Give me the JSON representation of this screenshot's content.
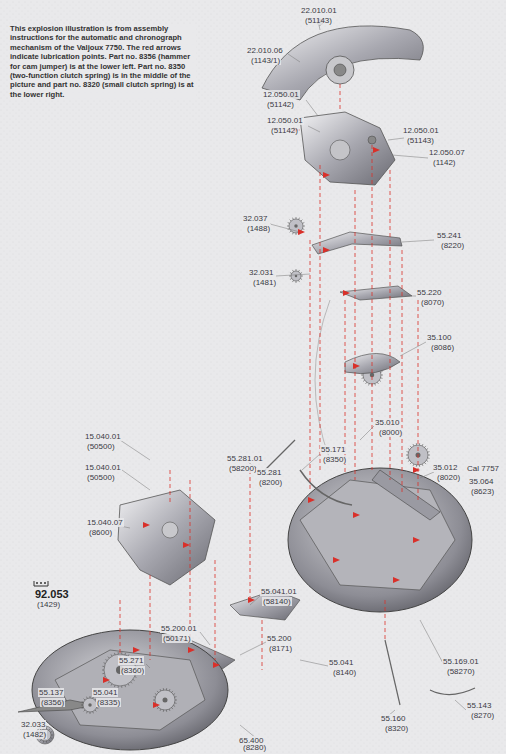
{
  "diagram": {
    "caption": "This explosion illustration is from assembly instructions for the automatic and chronograph mechanism of the Valjoux 7750. The red arrows indicate lubrication points. Part no. 8356 (hammer for cam jumper) is at the lower left. Part no. 8350 (two-function clutch spring) is in the middle of the picture and part no. 8320 (small clutch spring) is at the lower right.",
    "labels": [
      "22.010.01",
      "(51143)",
      "22.010.06",
      "(1143/1)",
      "12.050.01",
      "(51142)",
      "12.050.01",
      "(51142)",
      "12.050.01",
      "(51143)",
      "12.050.07",
      "(1142)",
      "32.037",
      "(1488)",
      "55.241",
      "(8220)",
      "32.031",
      "(1481)",
      "55.220",
      "(8070)",
      "35.100",
      "(8086)",
      "35.010",
      "(8000)",
      "35.012",
      "(8020)",
      "Cal 7757",
      "35.064",
      "(8623)",
      "55.171",
      "(8350)",
      "15.040.01",
      "(50500)",
      "15.040.01",
      "(50500)",
      "55.281.01",
      "(58200)",
      "55.281",
      "(8200)",
      "15.040.07",
      "(8600)",
      "92.053",
      "(1429)",
      "55.041.01",
      "(58140)",
      "55.200.01",
      "(50171)",
      "55.271",
      "(8360)",
      "55.200",
      "(8171)",
      "55.041",
      "(8140)",
      "55.169.01",
      "(58270)",
      "55.137",
      "(8356)",
      "55.041",
      "(8335)",
      "55.143",
      "(8270)",
      "55.160",
      "(8320)",
      "65.400",
      "(8280)",
      "32.033",
      "(1482)"
    ]
  }
}
